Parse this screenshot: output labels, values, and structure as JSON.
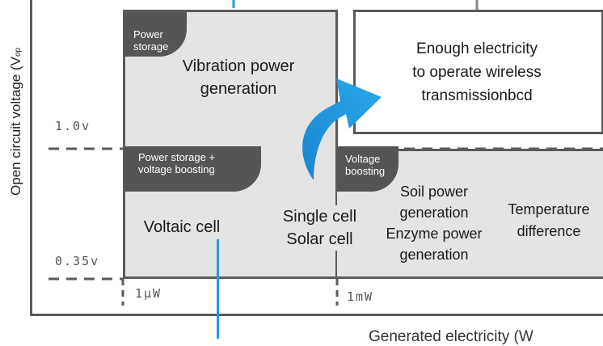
{
  "y_axis_label": "Open circuit voltage (V",
  "y_axis_sub": "op",
  "x_axis_label": "Generated electricity (W",
  "ticks": {
    "v1": "1.0v",
    "v2": "0.35v",
    "p1": "1μW",
    "p2": "1mW"
  },
  "regions": {
    "power_storage": {
      "tag": "Power\nstorage",
      "title": "Vibration power\ngeneration"
    },
    "power_storage_boost": {
      "tag": "Power storage +\nvoltage boosting",
      "title": "Voltaic cell"
    },
    "voltage_boosting": {
      "tag": "Voltage\nboosting",
      "title_a": "Soil power\ngeneration\nEnzyme power\ngeneration",
      "title_b": "Temperature\ndifference"
    },
    "middle_label": "Single cell\nSolar cell",
    "target": "Enough electricity\nto operate wireless\ntransmissionbcd"
  },
  "colors": {
    "tag_bg": "#555555",
    "region_fill": "#e4e4e4",
    "frame": "#5a5a5a",
    "arrow": "#1e9be0",
    "blue_line": "#1e9be0"
  }
}
